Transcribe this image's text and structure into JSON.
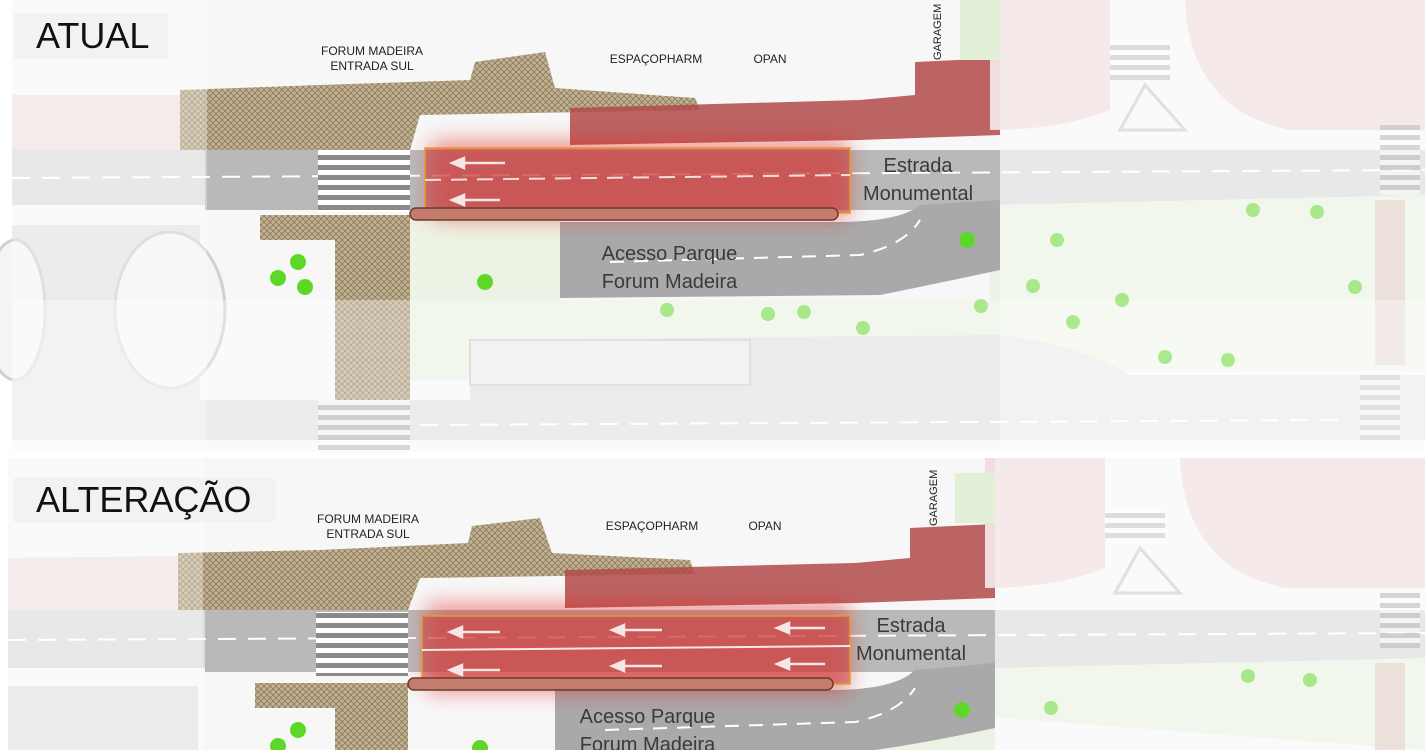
{
  "panels": [
    {
      "id": "atual",
      "title": "ATUAL",
      "pois": {
        "forum_madeira": [
          "FORUM MADEIRA",
          "ENTRADA SUL"
        ],
        "espacopharm": "ESPAÇOPHARM",
        "opan": "OPAN",
        "garagem": "GARAGEM"
      },
      "roads": {
        "estrada_monumental": [
          "Estrada",
          "Monumental"
        ],
        "acesso_parque": [
          "Acesso Parque",
          "Forum Madeira"
        ]
      }
    },
    {
      "id": "alteracao",
      "title": "ALTERAÇÃO",
      "pois": {
        "forum_madeira": [
          "FORUM MADEIRA",
          "ENTRADA SUL"
        ],
        "espacopharm": "ESPAÇOPHARM",
        "opan": "OPAN",
        "garagem": "GARAGEM"
      },
      "roads": {
        "estrada_monumental": [
          "Estrada",
          "Monumental"
        ],
        "acesso_parque": [
          "Acesso Parque",
          "Forum Madeira"
        ]
      }
    }
  ],
  "colors": {
    "road": "#d9d9d9",
    "sidewalk": "#f0e3e3",
    "building_hatch": "#bba888",
    "green": "#eaf3e2",
    "tree": "#5ed828",
    "highlight": "#e0201f"
  }
}
